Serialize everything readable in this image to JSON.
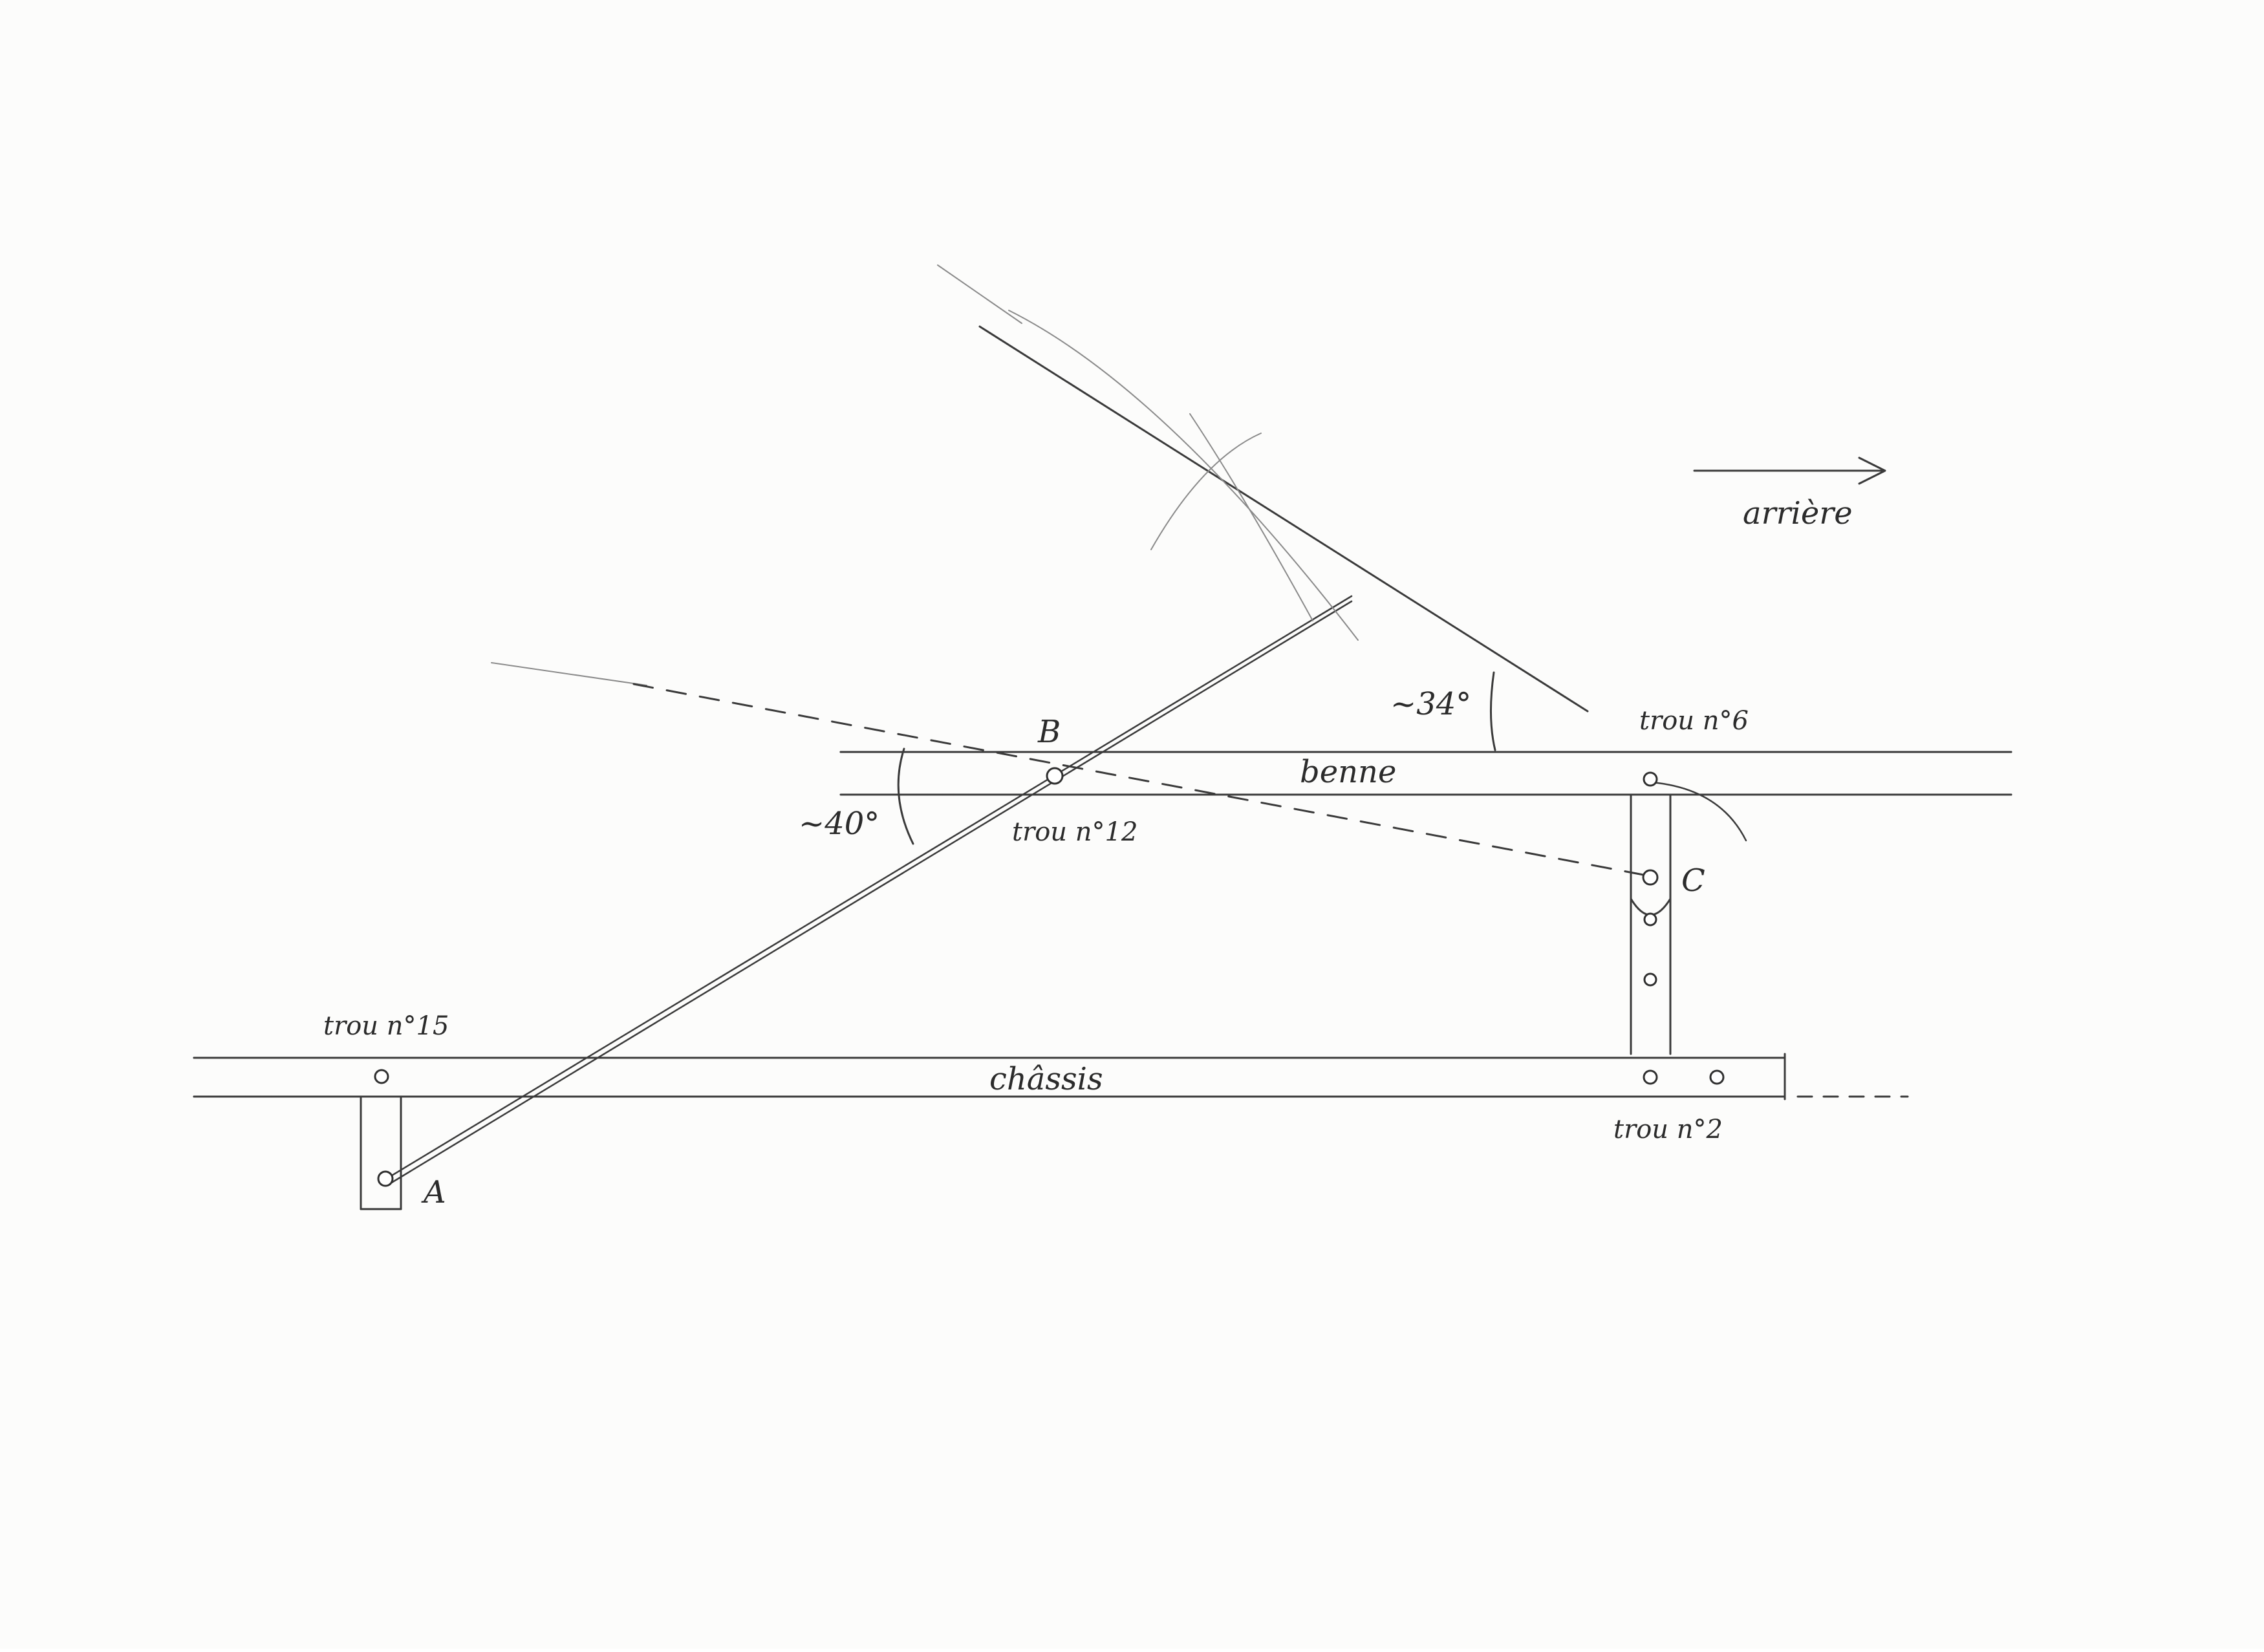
{
  "labels": {
    "trou_15": "trou n°15",
    "trou_12": "trou n°12",
    "trou_6": "trou n°6",
    "trou_2": "trou n°2",
    "benne": "benne",
    "chassis": "châssis",
    "arriere": "arrière",
    "point_a": "A",
    "point_b": "B",
    "point_c": "C",
    "angle_40": "~40°",
    "angle_34": "~34°"
  },
  "colors": {
    "pencil": "#3a3a3a",
    "paper": "#fcfcfb"
  }
}
